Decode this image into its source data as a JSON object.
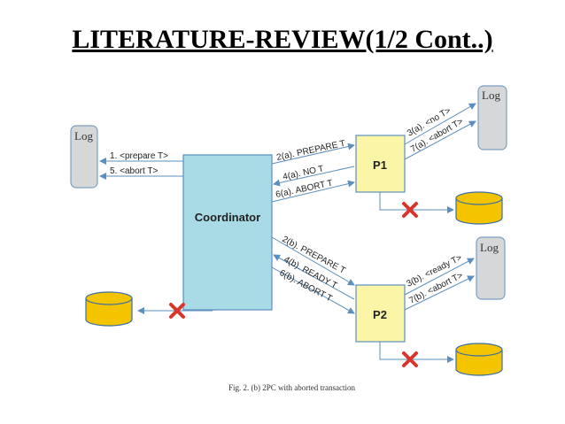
{
  "slide": {
    "title": "LITERATURE-REVIEW(1/2 Cont..)"
  },
  "diagram": {
    "coordinator": "Coordinator",
    "p1": "P1",
    "p2": "P2",
    "log": "Log",
    "coord_log_msgs": [
      "1. <prepare T>",
      "5. <abort T>"
    ],
    "p1_msgs": [
      "2(a). PREPARE  T",
      "4(a). NO  T",
      "6(a). ABORT  T"
    ],
    "p2_msgs": [
      "2(b). PREPARE  T",
      "4(b). READY  T",
      "6(b). ABORT  T"
    ],
    "p1_log_msgs": [
      "3(a). <no T>",
      "7(a). <abort T>"
    ],
    "p2_log_msgs": [
      "3(b). <ready T>",
      "7(b). <abort T>"
    ],
    "caption": "Fig. 2. (b) 2PC with aborted transaction"
  },
  "colors": {
    "coordinator_fill": "#a9dbe6",
    "participant_fill": "#fbf5a8",
    "log_fill": "#d6d7d9",
    "db_fill": "#f5c400",
    "x_mark": "#d9362b",
    "arrow": "#5b8fbf"
  }
}
